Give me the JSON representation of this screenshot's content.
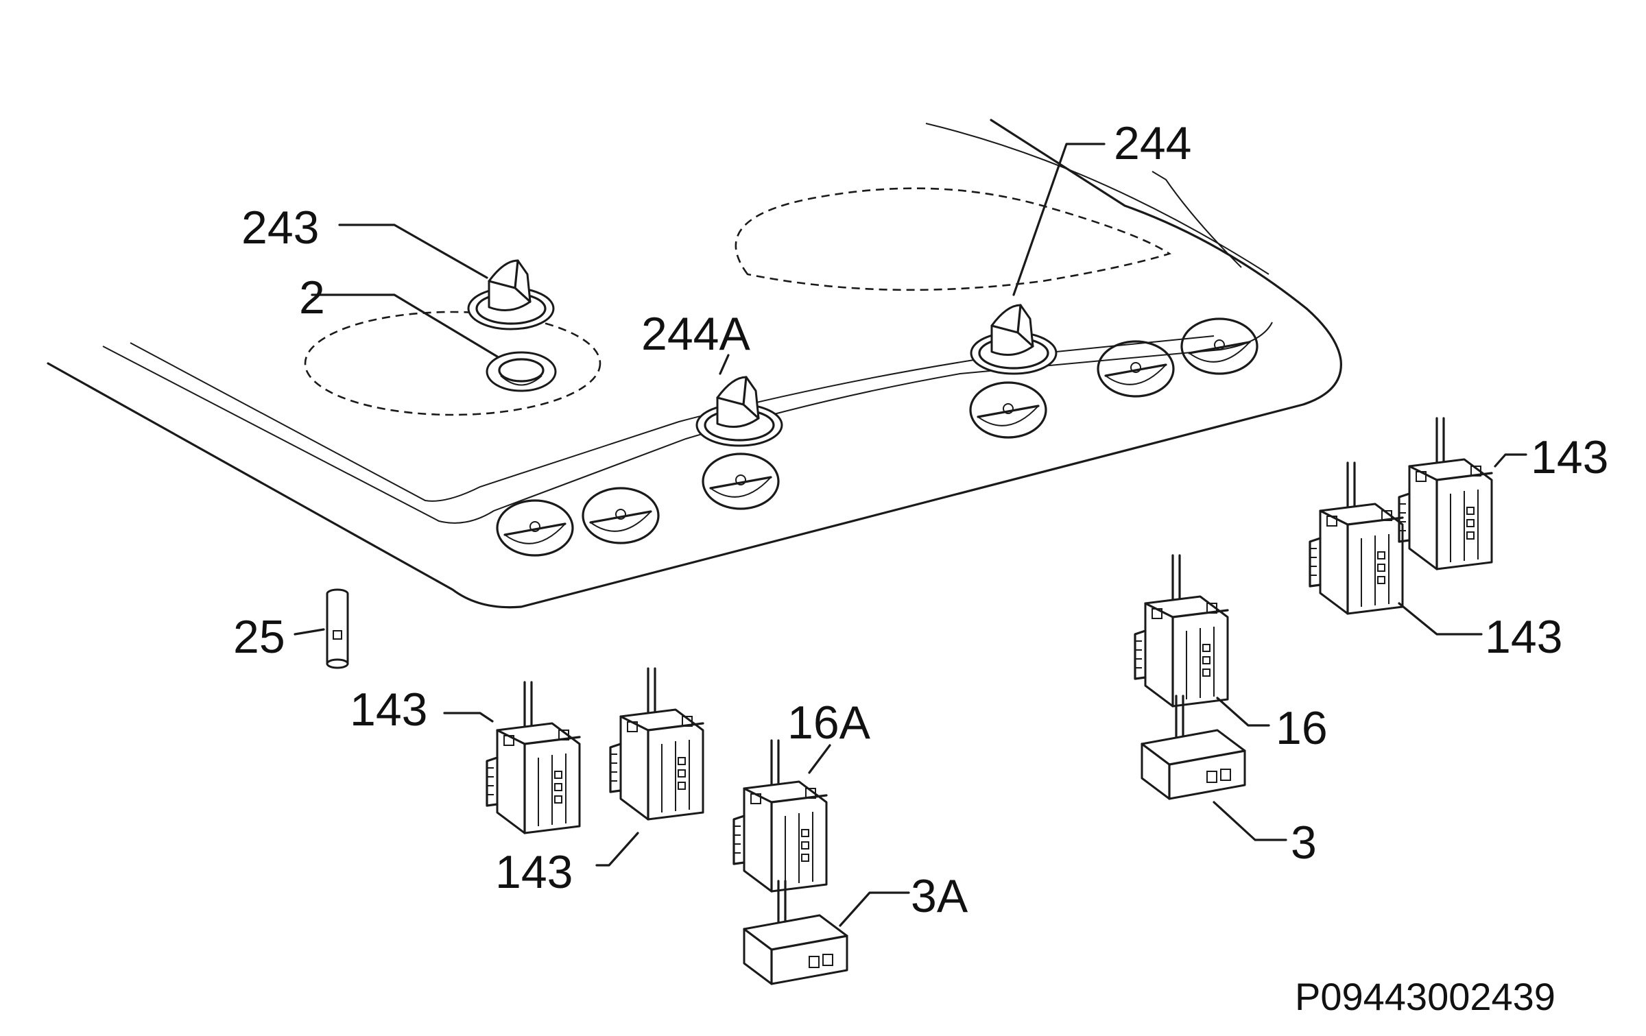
{
  "labels": {
    "l243": "243",
    "l2": "2",
    "l244A": "244A",
    "l244": "244",
    "l143a": "143",
    "l143b": "143",
    "l143c": "143",
    "l143d": "143",
    "l25": "25",
    "l16A": "16A",
    "l16": "16",
    "l3A": "3A",
    "l3": "3"
  },
  "drawing_code": "P09443002439"
}
